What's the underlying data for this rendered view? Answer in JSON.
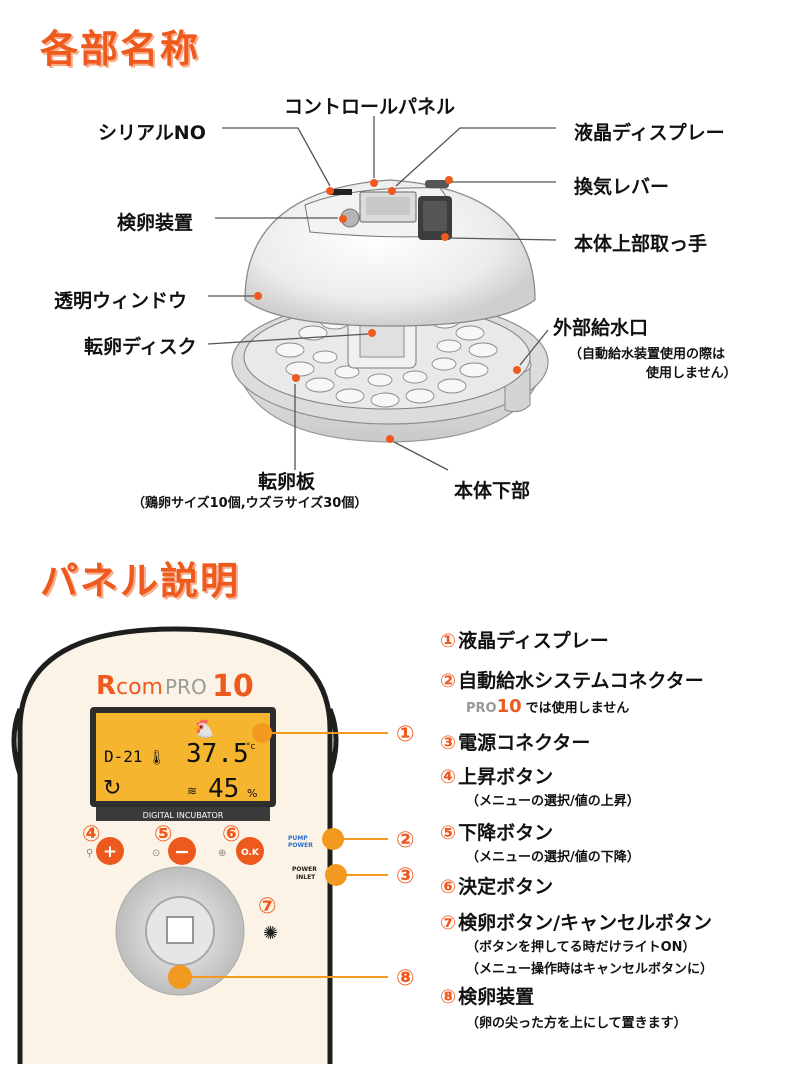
{
  "section1": {
    "title": "各部名称",
    "labels": {
      "serial": "シリアルNO",
      "control_panel": "コントロールパネル",
      "lcd": "液晶ディスプレー",
      "vent_lever": "換気レバー",
      "candler": "検卵装置",
      "handle": "本体上部取っ手",
      "window": "透明ウィンドウ",
      "external_water": "外部給水口",
      "external_water_note1": "（自動給水装置使用の際は",
      "external_water_note2": "使用しません）",
      "turning_disc": "転卵ディスク",
      "turning_plate": "転卵板",
      "turning_plate_note": "（鶏卵サイズ10個,ウズラサイズ30個）",
      "base": "本体下部"
    }
  },
  "section2": {
    "title": "パネル説明",
    "panel": {
      "brand_r": "R",
      "brand_com": "com",
      "brand_pro": "PRO",
      "brand_10": "10",
      "lcd_day": "D-21",
      "lcd_temp": "37.5",
      "lcd_temp_unit": "°c",
      "lcd_hum": "45",
      "lcd_hum_unit": "%",
      "digital_label": "DIGITAL INCUBATOR",
      "pump_label_1": "PUMP",
      "pump_label_2": "POWER",
      "power_label_1": "POWER",
      "power_label_2": "INLET",
      "btn_plus": "+",
      "btn_minus": "−",
      "btn_ok": "O.K",
      "callout_1": "①",
      "callout_2": "②",
      "callout_3": "③",
      "callout_4": "④",
      "callout_5": "⑤",
      "callout_6": "⑥",
      "callout_7": "⑦",
      "callout_8": "⑧"
    },
    "items": [
      {
        "num": "①",
        "text": "液晶ディスプレー"
      },
      {
        "num": "②",
        "text": "自動給水システムコネクター"
      },
      {
        "num": "③",
        "text": "電源コネクター"
      },
      {
        "num": "④",
        "text": "上昇ボタン"
      },
      {
        "num": "⑤",
        "text": "下降ボタン"
      },
      {
        "num": "⑥",
        "text": "決定ボタン"
      },
      {
        "num": "⑦",
        "text": "検卵ボタン/キャンセルボタン"
      },
      {
        "num": "⑧",
        "text": "検卵装置"
      }
    ],
    "notes": {
      "n2_pro": "PRO",
      "n2_10": "10",
      "n2_text": "では使用しません",
      "n4": "（メニューの選択/値の上昇）",
      "n5": "（メニューの選択/値の下降）",
      "n7a": "（ボタンを押してる時だけライトON）",
      "n7b": "（メニュー操作時はキャンセルボタンに）",
      "n8": "（卵の尖った方を上にして置きます）"
    }
  },
  "colors": {
    "accent": "#ee5a1d",
    "callout": "#f29a1f",
    "lcd": "#f5b52e",
    "panel_bg": "#fbf4e6"
  }
}
